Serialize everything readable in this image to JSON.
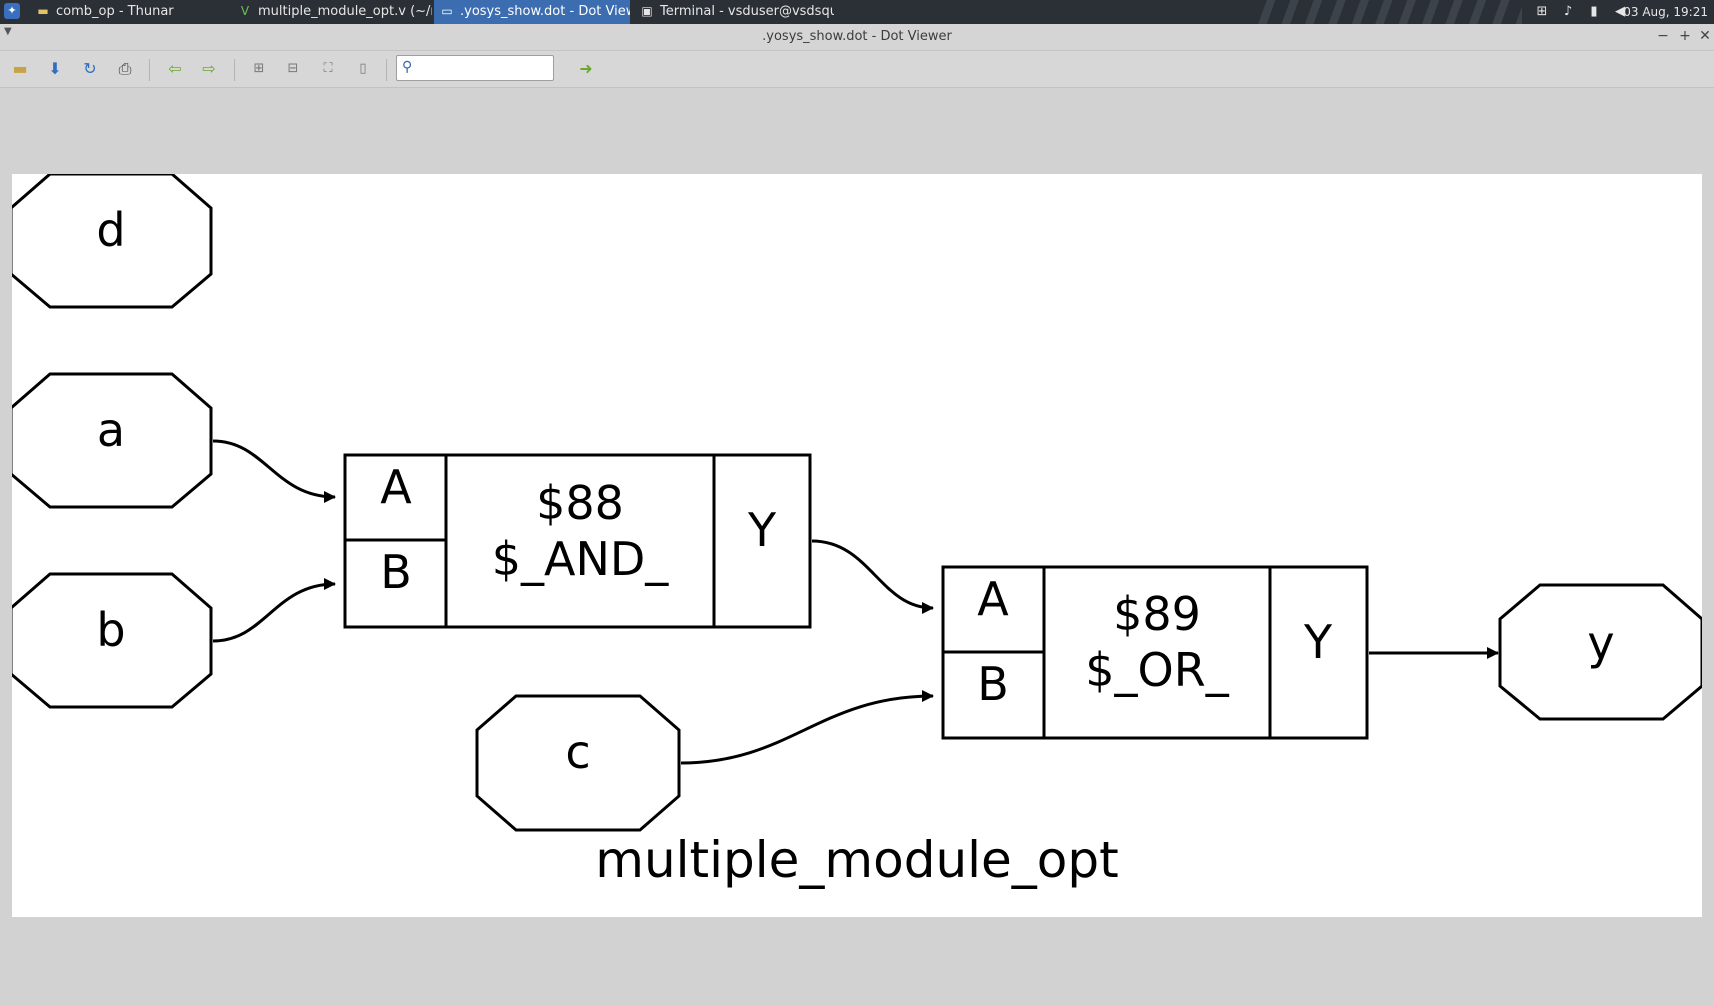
{
  "taskbar": {
    "tasks": [
      {
        "label": "comb_op - Thunar",
        "icon": "folder-icon"
      },
      {
        "label": "multiple_module_opt.v (~/rtl...",
        "icon": "vim-icon"
      },
      {
        "label": ".yosys_show.dot - Dot Viewer",
        "icon": "window-icon",
        "active": true
      },
      {
        "label": "Terminal - vsduser@vsdsqu...",
        "icon": "terminal-icon"
      }
    ],
    "clock": "03 Aug, 19:21"
  },
  "window": {
    "title": ".yosys_show.dot - Dot Viewer"
  },
  "toolbar": {
    "buttons": [
      "open-icon",
      "save-icon",
      "reload-icon",
      "print-icon",
      "back-icon",
      "forward-icon",
      "zoom-in-icon",
      "zoom-out-icon",
      "zoom-fit-icon",
      "zoom-100-icon"
    ],
    "search_value": ""
  },
  "graph": {
    "title": "multiple_module_opt",
    "inputs": [
      "d",
      "a",
      "b",
      "c"
    ],
    "output": "y",
    "cells": [
      {
        "id": "$88",
        "type": "$_AND_",
        "ports_in": [
          "A",
          "B"
        ],
        "port_out": "Y"
      },
      {
        "id": "$89",
        "type": "$_OR_",
        "ports_in": [
          "A",
          "B"
        ],
        "port_out": "Y"
      }
    ]
  }
}
